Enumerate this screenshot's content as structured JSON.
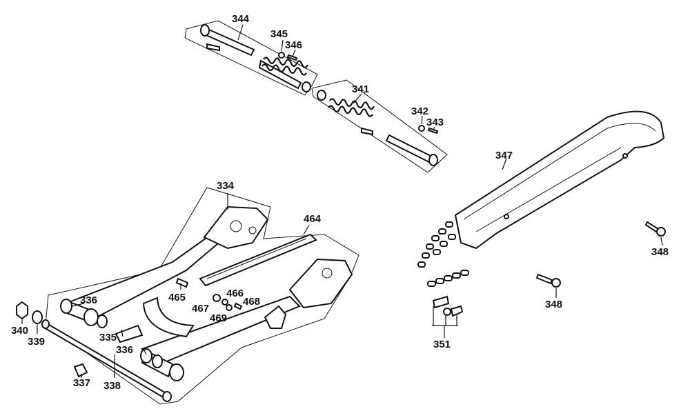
{
  "part_labels": {
    "p334": "334",
    "p335": "335",
    "p336a": "336",
    "p336b": "336",
    "p337": "337",
    "p338": "338",
    "p339": "339",
    "p340": "340",
    "p341": "341",
    "p342": "342",
    "p343": "343",
    "p344": "344",
    "p345": "345",
    "p346": "346",
    "p347": "347",
    "p348a": "348",
    "p348b": "348",
    "p351": "351",
    "p464": "464",
    "p465": "465",
    "p466": "466",
    "p467": "467",
    "p468": "468",
    "p469": "469"
  }
}
